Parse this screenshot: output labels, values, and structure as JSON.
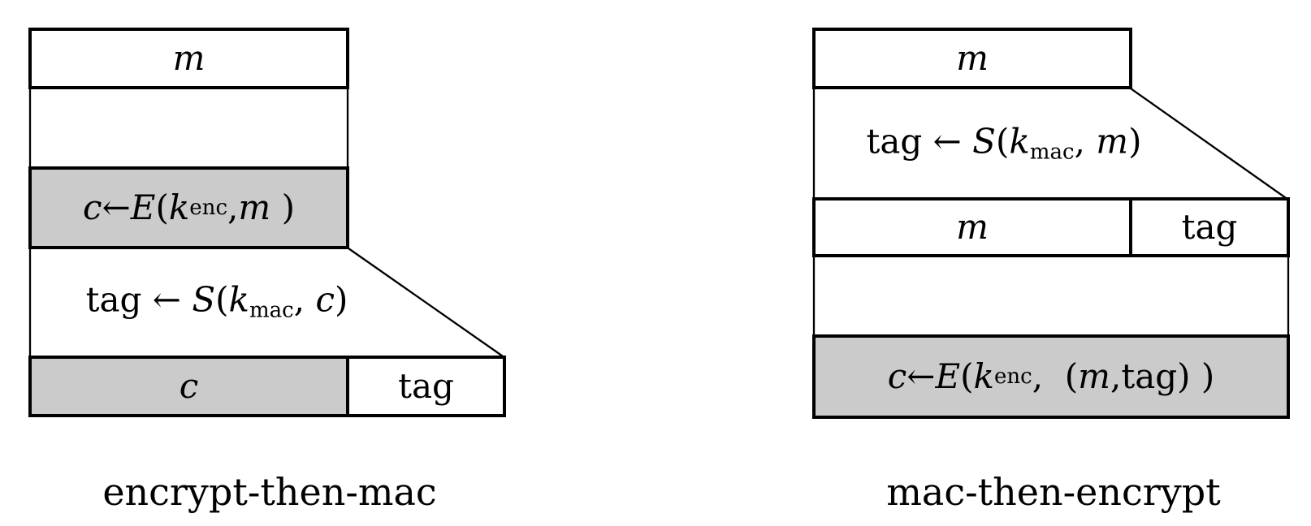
{
  "figure": {
    "colors": {
      "background": "#ffffff",
      "line": "#000000",
      "shaded_fill": "#cbcbcb"
    },
    "left": {
      "label": "encrypt-then-mac",
      "box_m": [
        {
          "t": "m",
          "s": "it"
        }
      ],
      "eq_encrypt": [
        {
          "t": "c",
          "s": "it"
        },
        {
          "t": " ← ",
          "s": "rm"
        },
        {
          "t": "E",
          "s": "it"
        },
        {
          "t": "(",
          "s": "rm"
        },
        {
          "t": "k",
          "s": "it"
        },
        {
          "t": "enc",
          "s": "sub"
        },
        {
          "t": ", ",
          "s": "rm"
        },
        {
          "t": "m",
          "s": "it"
        },
        {
          "t": " )",
          "s": "rm"
        }
      ],
      "eq_mac": [
        {
          "t": "tag ← ",
          "s": "rm"
        },
        {
          "t": "S",
          "s": "it"
        },
        {
          "t": "(",
          "s": "rm"
        },
        {
          "t": "k",
          "s": "it"
        },
        {
          "t": "mac",
          "s": "sub"
        },
        {
          "t": ", ",
          "s": "rm"
        },
        {
          "t": "c",
          "s": "it"
        },
        {
          "t": ")",
          "s": "rm"
        }
      ],
      "box_c": [
        {
          "t": "c",
          "s": "it"
        }
      ],
      "box_tag": [
        {
          "t": "tag",
          "s": "rm"
        }
      ]
    },
    "right": {
      "label": "mac-then-encrypt",
      "box_m": [
        {
          "t": "m",
          "s": "it"
        }
      ],
      "eq_mac": [
        {
          "t": "tag ← ",
          "s": "rm"
        },
        {
          "t": "S",
          "s": "it"
        },
        {
          "t": "(",
          "s": "rm"
        },
        {
          "t": "k",
          "s": "it"
        },
        {
          "t": "mac",
          "s": "sub"
        },
        {
          "t": ", ",
          "s": "rm"
        },
        {
          "t": "m",
          "s": "it"
        },
        {
          "t": ")",
          "s": "rm"
        }
      ],
      "row_m": [
        {
          "t": "m",
          "s": "it"
        }
      ],
      "row_tag": [
        {
          "t": "tag",
          "s": "rm"
        }
      ],
      "eq_encrypt": [
        {
          "t": "c",
          "s": "it"
        },
        {
          "t": " ← ",
          "s": "rm"
        },
        {
          "t": "E",
          "s": "it"
        },
        {
          "t": "(",
          "s": "rm"
        },
        {
          "t": "k",
          "s": "it"
        },
        {
          "t": "enc",
          "s": "sub"
        },
        {
          "t": ",  (",
          "s": "rm"
        },
        {
          "t": "m",
          "s": "it"
        },
        {
          "t": ", ",
          "s": "rm"
        },
        {
          "t": "tag",
          "s": "rm"
        },
        {
          "t": ") )",
          "s": "rm"
        }
      ]
    }
  }
}
